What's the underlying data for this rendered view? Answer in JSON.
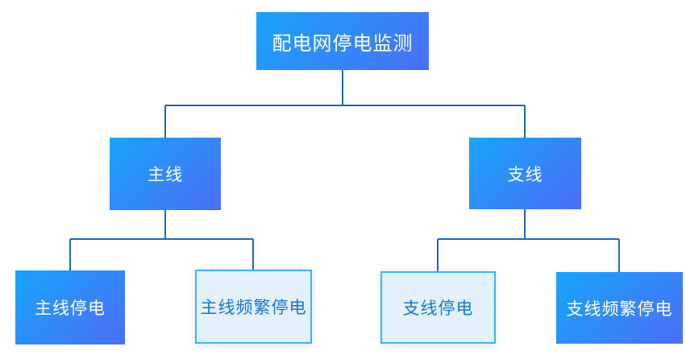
{
  "diagram": {
    "title": "配电网停电监测",
    "colors": {
      "node_gradient_start": "#18a5fb",
      "node_gradient_end": "#4b6ef5",
      "light_bg": "#e4f0fa",
      "light_border": "#38b5f5",
      "light_text": "#1778d2",
      "node_text": "#ffffff",
      "connector": "#1a6ab5",
      "background": "#ffffff"
    },
    "nodes": {
      "root": {
        "label": "配电网停电监测",
        "variant": "solid"
      },
      "main_line": {
        "label": "主线",
        "variant": "solid"
      },
      "branch_line": {
        "label": "支线",
        "variant": "solid"
      },
      "main_line_outage": {
        "label": "主线停电",
        "variant": "solid"
      },
      "main_line_frequent_outage": {
        "label": "主线频繁停电",
        "variant": "light"
      },
      "branch_line_outage": {
        "label": "支线停电",
        "variant": "light"
      },
      "branch_line_frequent_outage": {
        "label": "支线频繁停电",
        "variant": "solid"
      }
    }
  }
}
